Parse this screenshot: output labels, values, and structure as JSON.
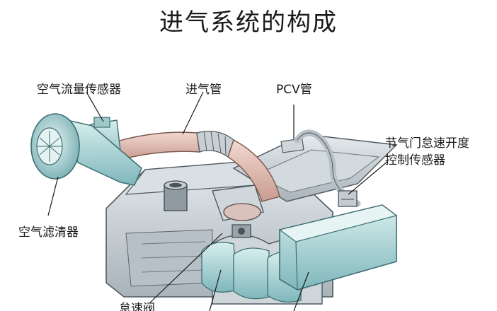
{
  "title": "进气系统的构成",
  "labels": {
    "air_flow_sensor": "空气流量传感器",
    "intake_pipe": "进气管",
    "pcv_pipe": "PCV管",
    "throttle_sensor_line1": "节气门怠速开度",
    "throttle_sensor_line2": "控制传感器",
    "air_filter": "空气滤清器",
    "idle_valve": "怠速阀"
  }
}
